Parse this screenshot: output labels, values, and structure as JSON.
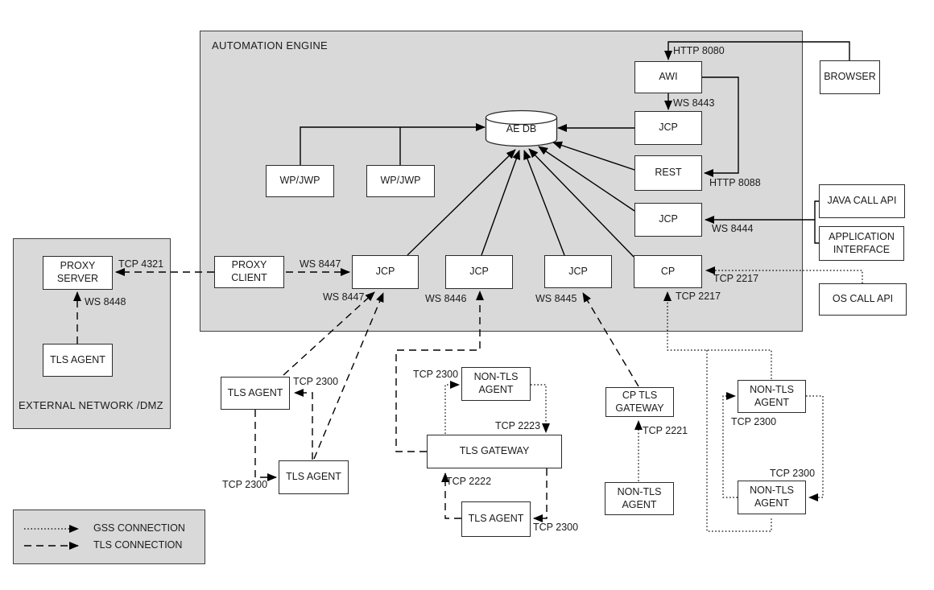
{
  "colors": {
    "region_fill": "#d9d9d9",
    "box_fill": "#ffffff",
    "line": "#000000",
    "border": "#2b2b2b"
  },
  "regions": {
    "automation_engine": {
      "label": "AUTOMATION ENGINE"
    },
    "external_dmz": {
      "label": "EXTERNAL NETWORK /DMZ"
    }
  },
  "nodes": {
    "awi": {
      "label": "AWI"
    },
    "jcp_top": {
      "label": "JCP"
    },
    "rest": {
      "label": "REST"
    },
    "jcp_mid": {
      "label": "JCP"
    },
    "cp": {
      "label": "CP"
    },
    "wp_jwp_1": {
      "label": "WP/JWP"
    },
    "wp_jwp_2": {
      "label": "WP/JWP"
    },
    "ae_db": {
      "label": "AE DB"
    },
    "jcp_left": {
      "label": "JCP"
    },
    "jcp_center": {
      "label": "JCP"
    },
    "jcp_right": {
      "label": "JCP"
    },
    "browser": {
      "label": "BROWSER"
    },
    "java_call_api": {
      "label": "JAVA CALL API"
    },
    "application_interface": {
      "label": "APPLICATION\nINTERFACE"
    },
    "os_call_api": {
      "label": "OS CALL API"
    },
    "proxy_server": {
      "label": "PROXY\nSERVER"
    },
    "proxy_client": {
      "label": "PROXY\nCLIENT"
    },
    "tls_agent_dmz": {
      "label": "TLS AGENT"
    },
    "tls_agent_left_upper": {
      "label": "TLS AGENT"
    },
    "tls_agent_left_lower": {
      "label": "TLS AGENT"
    },
    "non_tls_agent_center": {
      "label": "NON-TLS\nAGENT"
    },
    "tls_gateway": {
      "label": "TLS GATEWAY"
    },
    "tls_agent_center": {
      "label": "TLS AGENT"
    },
    "cp_tls_gateway": {
      "label": "CP TLS\nGATEWAY"
    },
    "non_tls_agent_bottom": {
      "label": "NON-TLS\nAGENT"
    },
    "non_tls_agent_right_upper": {
      "label": "NON-TLS\nAGENT"
    },
    "non_tls_agent_right_lower": {
      "label": "NON-TLS\nAGENT"
    }
  },
  "edge_labels": {
    "http_8080": "HTTP 8080",
    "ws_8443": "WS 8443",
    "http_8088": "HTTP 8088",
    "ws_8444": "WS 8444",
    "tcp_2217_right": "TCP 2217",
    "tcp_2217_bottom": "TCP 2217",
    "tcp_4321": "TCP 4321",
    "ws_8447_top": "WS 8447",
    "ws_8448": "WS 8448",
    "ws_8447_bottom": "WS 8447",
    "ws_8446": "WS 8446",
    "ws_8445": "WS 8445",
    "tcp_2300_left_upper": "TCP 2300",
    "tcp_2300_left_lower": "TCP 2300",
    "tcp_2300_center": "TCP 2300",
    "tcp_2223": "TCP 2223",
    "tcp_2222": "TCP 2222",
    "tcp_2300_center_right": "TCP 2300",
    "tcp_2221": "TCP 2221",
    "tcp_2300_right_mid": "TCP 2300",
    "tcp_2300_right_upper": "TCP 2300"
  },
  "legend": {
    "gss": "GSS CONNECTION",
    "tls": "TLS CONNECTION"
  }
}
